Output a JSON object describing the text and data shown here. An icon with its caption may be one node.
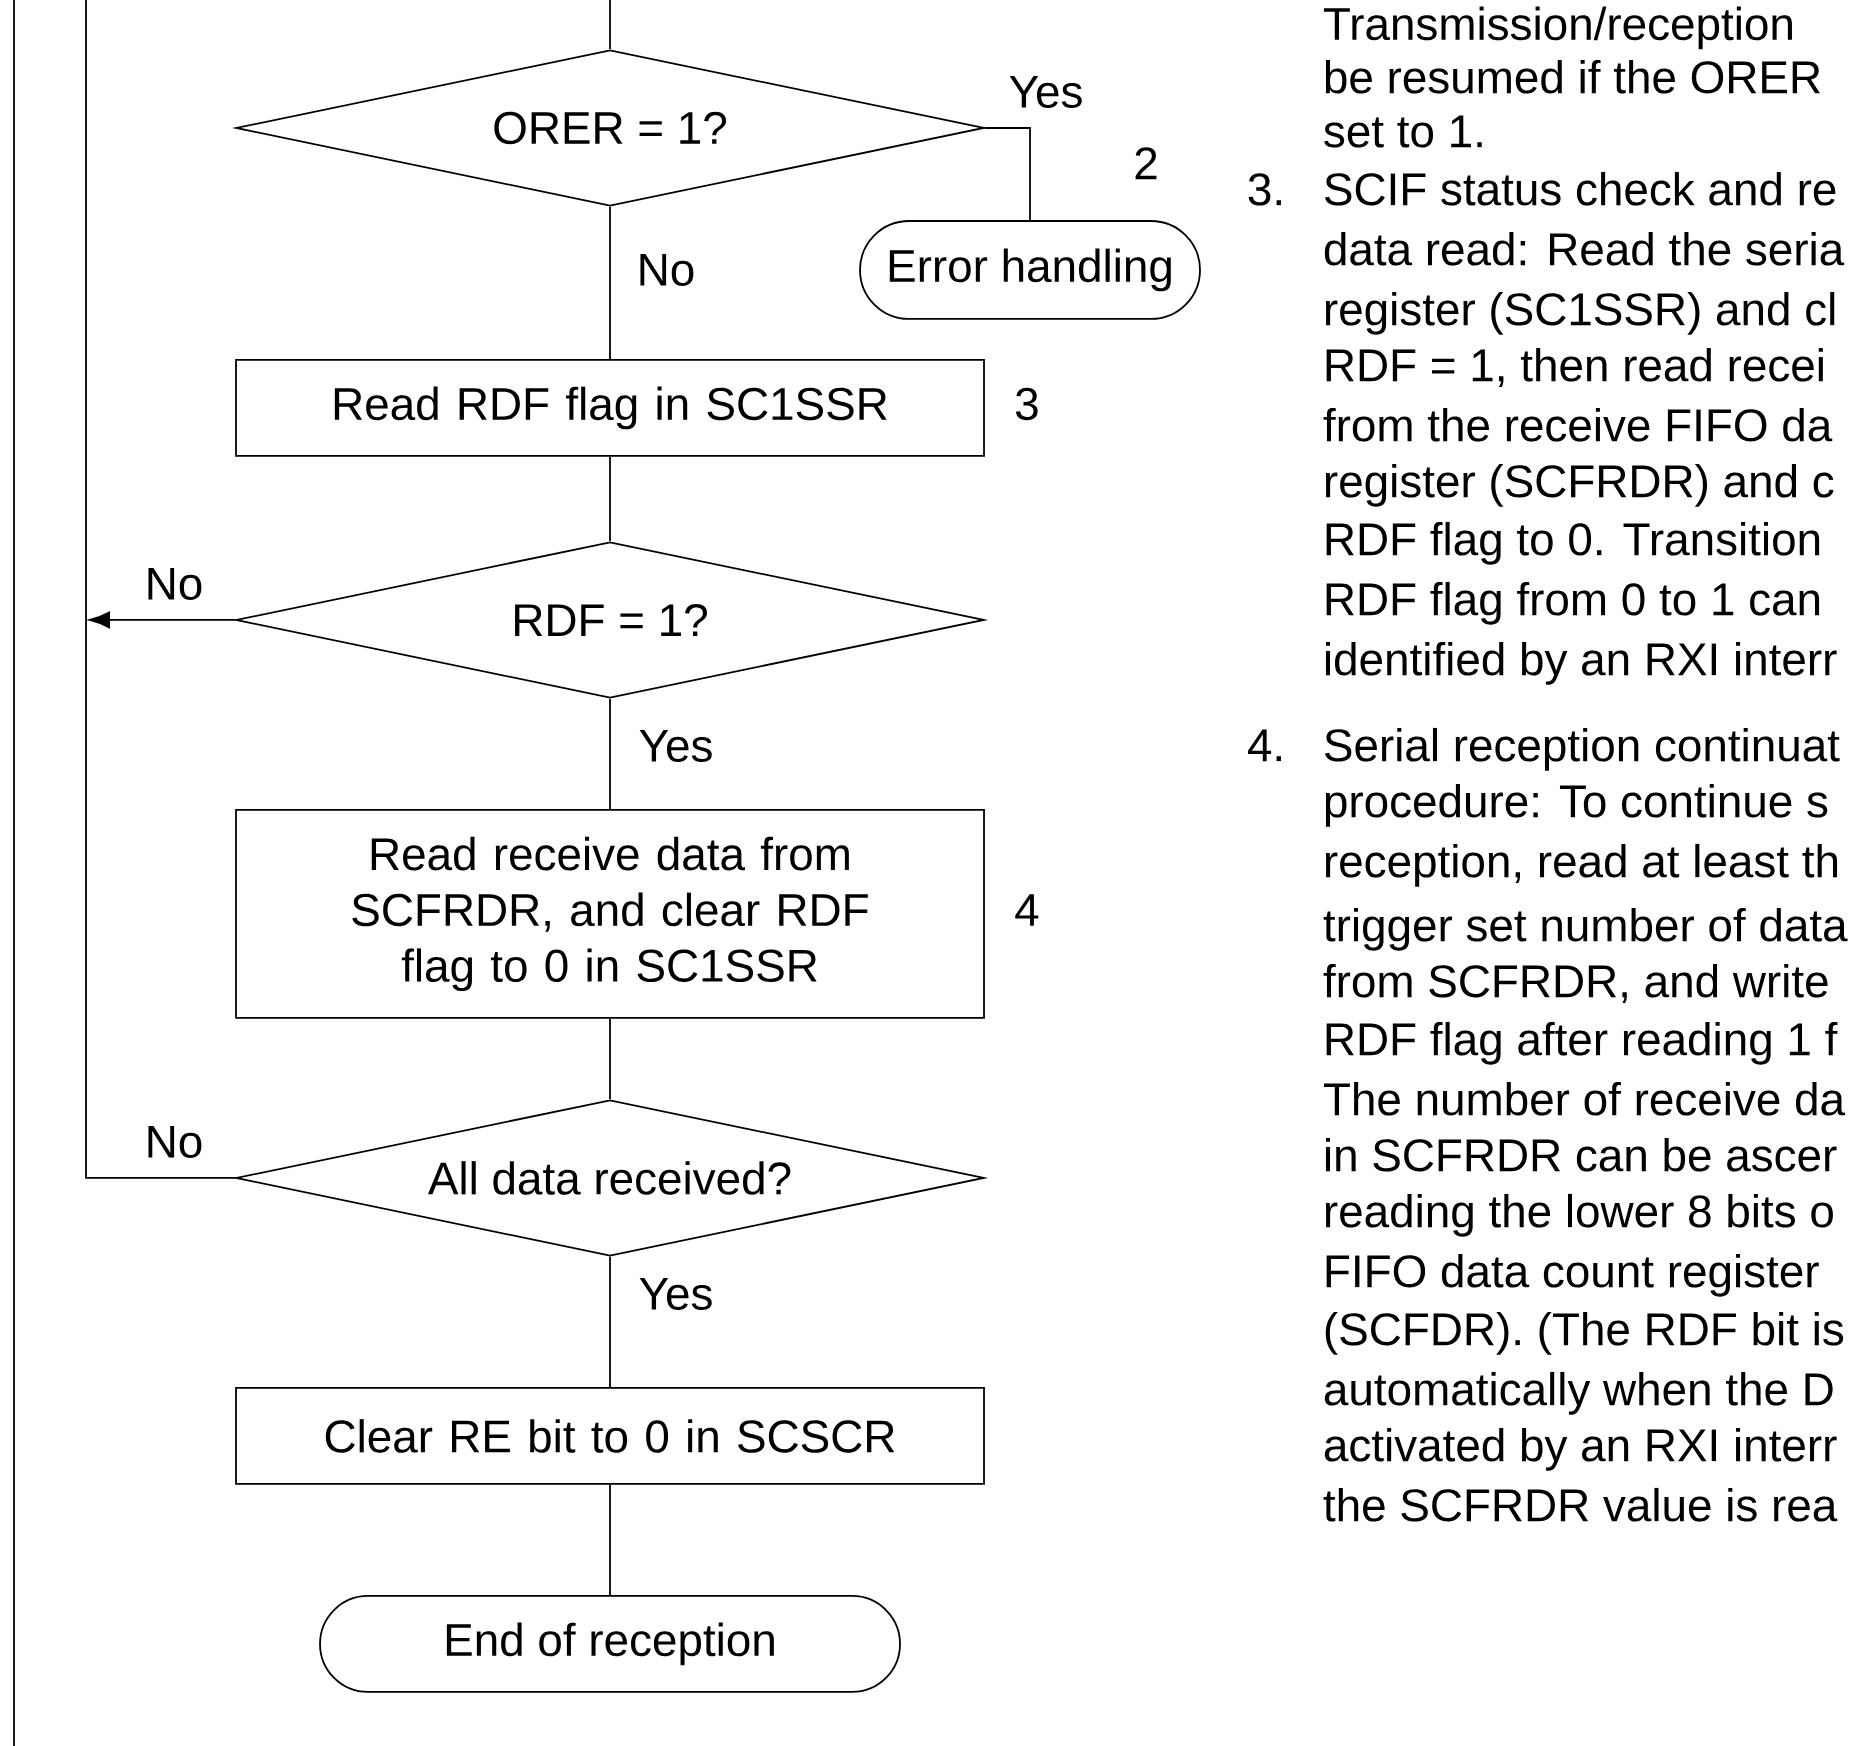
{
  "diagram": {
    "nodes": [
      {
        "text": [
          "ORER = 1?"
        ]
      },
      {
        "text": [
          "Error handling"
        ]
      },
      {
        "text": [
          "Read RDF flag in SC1SSR"
        ],
        "beside": [
          "3"
        ]
      },
      {
        "text": [
          "RDF = 1?"
        ]
      },
      {
        "text": [
          "Read receive data from SCFRDR, and clear RDF flag to 0 in SC1SSR"
        ],
        "beside": [
          "4"
        ]
      },
      {
        "text": [
          "All data received?"
        ]
      },
      {
        "text": [
          "Clear RE bit to 0 in SCSCR"
        ]
      },
      {
        "text": [
          "End of reception"
        ]
      }
    ],
    "edges": [
      {
        "from": null,
        "to": 0,
        "arrow": "none"
      },
      {
        "from": 0,
        "to": 1,
        "arrow": "none",
        "label": "Yes"
      },
      {
        "from": 0,
        "to": 2,
        "arrow": "none",
        "label": "No"
      },
      {
        "from": 2,
        "to": 3,
        "arrow": "none"
      },
      {
        "from": 3,
        "to": null,
        "arrow": "to",
        "label": "No"
      },
      {
        "from": 3,
        "to": 4,
        "arrow": "none",
        "label": "Yes"
      },
      {
        "from": 4,
        "to": 5,
        "arrow": "none"
      },
      {
        "from": 5,
        "to": null,
        "arrow": "none",
        "label": "No"
      },
      {
        "from": 5,
        "to": 6,
        "arrow": "none",
        "label": "Yes"
      },
      {
        "from": 6,
        "to": 7,
        "arrow": "none"
      }
    ],
    "labels": [
      "Transmission/reception",
      "be resumed if the ORER",
      "set to 1.",
      "2",
      "3.",
      "SCIF status check and re",
      "data read: Read the seria",
      "register (SC1SSR) and cl",
      "RDF = 1, then read recei",
      "from the receive FIFO da",
      "register (SCFRDR) and c",
      "RDF flag to 0. Transition",
      "RDF flag from 0 to 1 can",
      "identified by an RXI interr",
      "4.",
      "Serial reception continuat",
      "procedure: To continue s",
      "reception, read at least th",
      "trigger set number of data",
      "from SCFRDR, and write",
      "RDF flag after reading 1 f",
      "The number of receive da",
      "in SCFRDR can be ascer",
      "reading the lower 8 bits o",
      "FIFO data count register",
      "(SCFDR). (The RDF bit is",
      "automatically when the D",
      "activated by an RXI interr",
      "the SCFRDR value is rea"
    ]
  }
}
